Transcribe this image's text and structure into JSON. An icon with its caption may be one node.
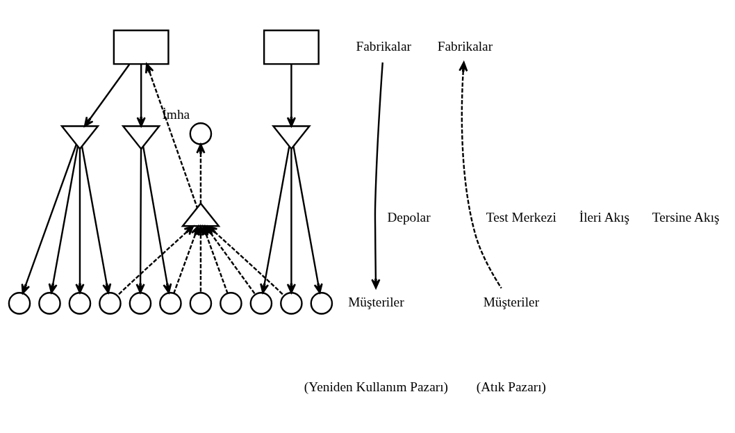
{
  "diagram": {
    "nodes": [
      {
        "text": [],
        "shape": "box"
      },
      {
        "text": [],
        "shape": "box"
      },
      {
        "text": [],
        "shape": "triangle"
      },
      {
        "text": [],
        "shape": "triangle"
      },
      {
        "text": [],
        "shape": "triangle"
      },
      {
        "text": [],
        "shape": "triangle"
      },
      {
        "text": [],
        "shape": "circle",
        "beside": [
          "İmha"
        ]
      },
      {
        "text": [],
        "shape": "circle"
      },
      {
        "text": [],
        "shape": "circle"
      },
      {
        "text": [],
        "shape": "circle"
      },
      {
        "text": [],
        "shape": "circle"
      },
      {
        "text": [],
        "shape": "circle"
      },
      {
        "text": [],
        "shape": "circle"
      },
      {
        "text": [],
        "shape": "circle"
      },
      {
        "text": [],
        "shape": "circle"
      },
      {
        "text": [],
        "shape": "circle"
      },
      {
        "text": [],
        "shape": "circle"
      },
      {
        "text": [],
        "shape": "circle"
      },
      {
        "text": [
          "Fabrikalar"
        ]
      },
      {
        "text": [
          "Müşteriler"
        ]
      },
      {
        "text": [
          "Fabrikalar"
        ]
      },
      {
        "text": [
          "Müşteriler"
        ]
      }
    ],
    "edges": [
      {
        "from": 18,
        "to": 19,
        "arrow": "to"
      },
      {
        "from": 0,
        "to": 2,
        "arrow": "to"
      },
      {
        "from": 0,
        "to": 3,
        "arrow": "to"
      },
      {
        "from": 1,
        "to": 4,
        "arrow": "to"
      },
      {
        "from": 5,
        "to": 0,
        "arrow": "to",
        "style": "dashed"
      },
      {
        "from": 5,
        "to": 6,
        "arrow": "to",
        "style": "dashed"
      },
      {
        "from": 2,
        "to": 7,
        "arrow": "to"
      },
      {
        "from": 2,
        "to": 8,
        "arrow": "to"
      },
      {
        "from": 2,
        "to": 9,
        "arrow": "to"
      },
      {
        "from": 2,
        "to": 10,
        "arrow": "to"
      },
      {
        "from": 3,
        "to": 11,
        "arrow": "to"
      },
      {
        "from": 3,
        "to": 12,
        "arrow": "to"
      },
      {
        "from": 10,
        "to": 5,
        "arrow": "to",
        "style": "dashed"
      },
      {
        "from": 12,
        "to": 5,
        "arrow": "to",
        "style": "dashed"
      },
      {
        "from": 13,
        "to": 5,
        "arrow": "to",
        "style": "dashed"
      },
      {
        "from": 14,
        "to": 5,
        "arrow": "to",
        "style": "dashed"
      },
      {
        "from": 15,
        "to": 5,
        "arrow": "to",
        "style": "dashed"
      },
      {
        "from": 16,
        "to": 5,
        "arrow": "to",
        "style": "dashed"
      },
      {
        "from": 4,
        "to": 15,
        "arrow": "to"
      },
      {
        "from": 4,
        "to": 16,
        "arrow": "to"
      },
      {
        "from": 4,
        "to": 17,
        "arrow": "to"
      },
      {
        "from": 21,
        "to": 20,
        "arrow": "to",
        "style": "dashed"
      }
    ],
    "labels": [
      "İleri Akış",
      "Depolar",
      "Tersine Akış",
      "Test Merkezi",
      "(Yeniden Kullanım Pazarı)",
      "(Atık Pazarı)"
    ]
  }
}
